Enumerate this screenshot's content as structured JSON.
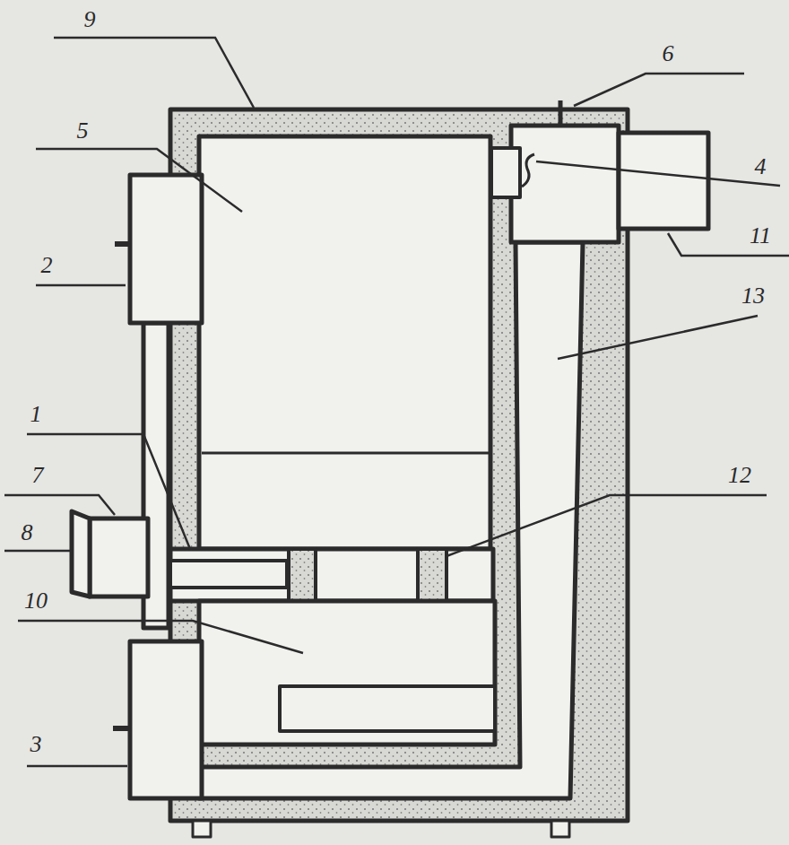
{
  "diagram": {
    "labels": [
      "9",
      "6",
      "5",
      "4",
      "2",
      "11",
      "13",
      "1",
      "7",
      "12",
      "8",
      "10",
      "3"
    ]
  }
}
